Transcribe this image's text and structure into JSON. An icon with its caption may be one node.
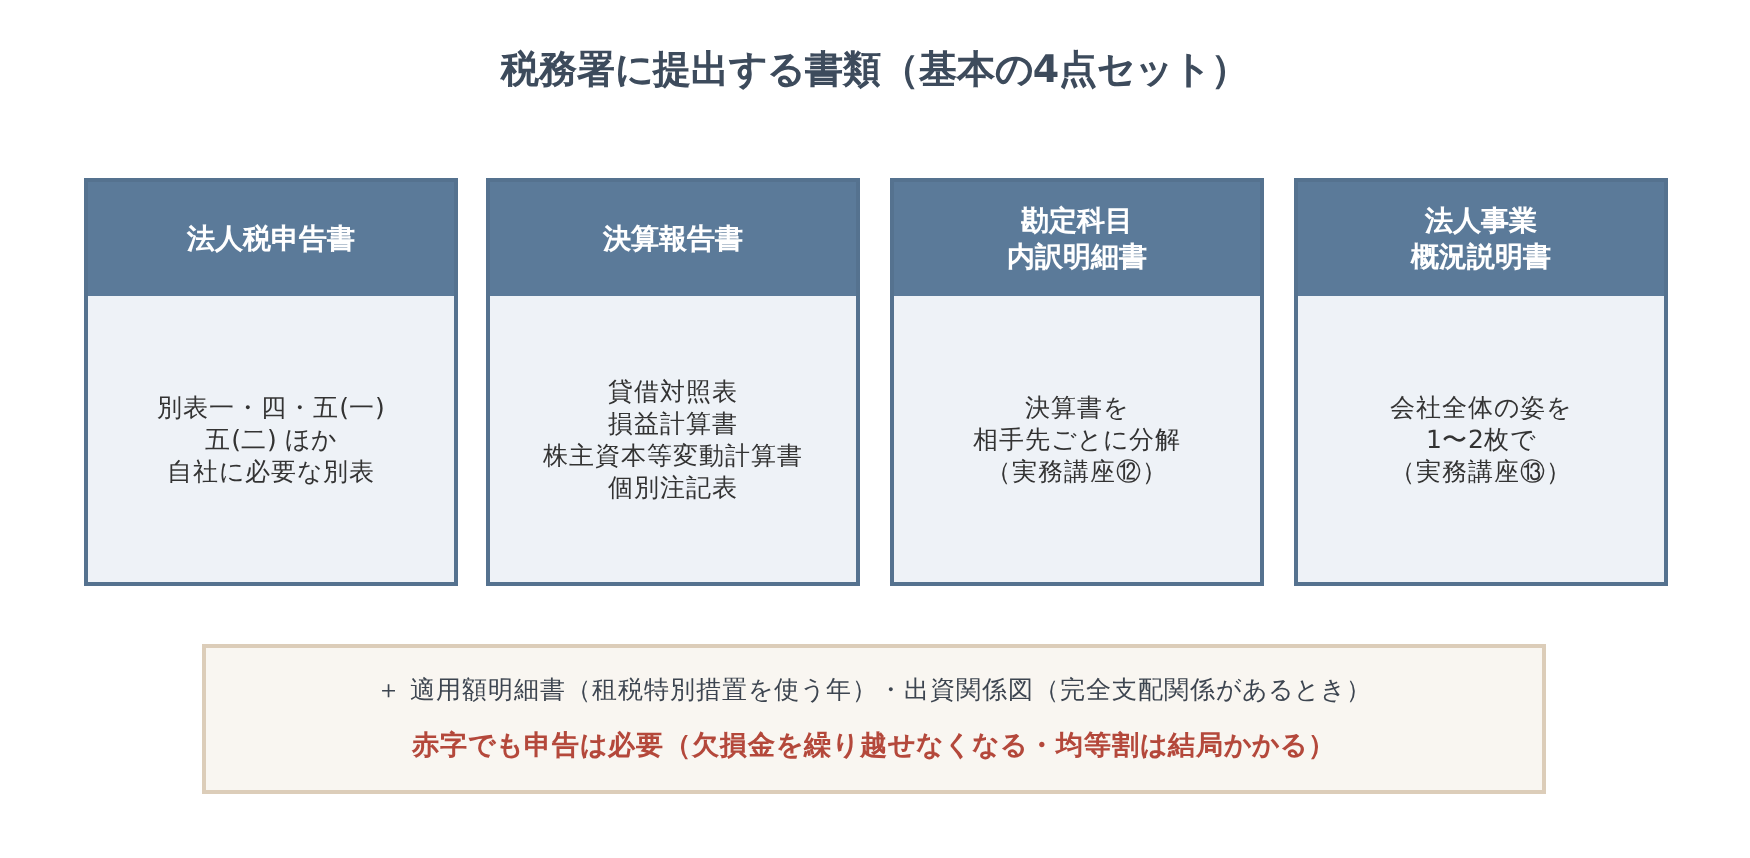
{
  "diagram": {
    "title": "税務署に提出する書類（基本の4点セット）",
    "nodes": [
      {
        "text": [
          "法人税申告書",
          "別表一・四・五(一)",
          "五(二) ほか",
          "自社に必要な別表"
        ]
      },
      {
        "text": [
          "決算報告書",
          "貸借対照表",
          "損益計算書",
          "株主資本等変動計算書",
          "個別注記表"
        ]
      },
      {
        "text": [
          "勘定科目",
          "内訳明細書",
          "決算書を",
          "相手先ごとに分解",
          "（実務講座⑫）"
        ]
      },
      {
        "text": [
          "法人事業",
          "概況説明書",
          "会社全体の姿を",
          "1〜2枚で",
          "（実務講座⑬）"
        ]
      },
      {
        "text": [
          "＋ 適用額明細書（租税特別措置を使う年）・出資関係図（完全支配関係があるとき）",
          "赤字でも申告は必要（欠損金を繰り越せなくなる・均等割は結局かかる）"
        ]
      }
    ]
  }
}
